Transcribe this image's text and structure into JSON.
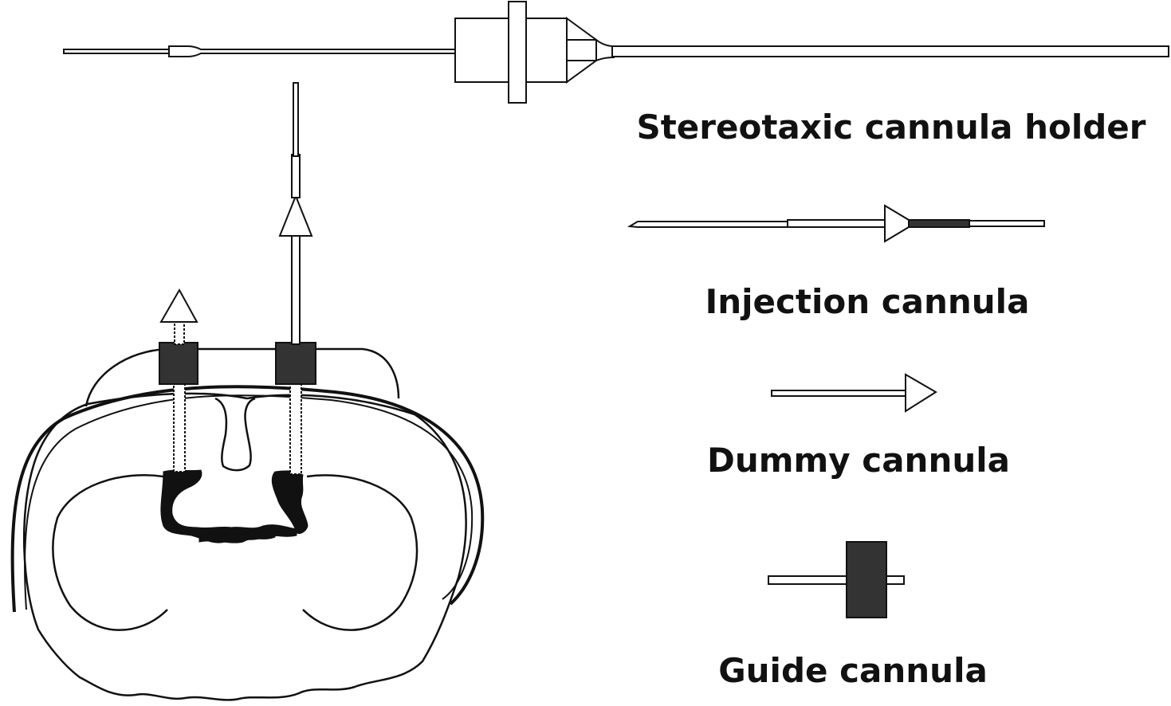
{
  "labels": {
    "holder": "Stereotaxic cannula holder",
    "injection": "Injection cannula",
    "dummy": "Dummy cannula",
    "guide": "Guide cannula"
  },
  "colors": {
    "stroke": "#111111",
    "fill_dark": "#333333",
    "background": "#ffffff"
  }
}
